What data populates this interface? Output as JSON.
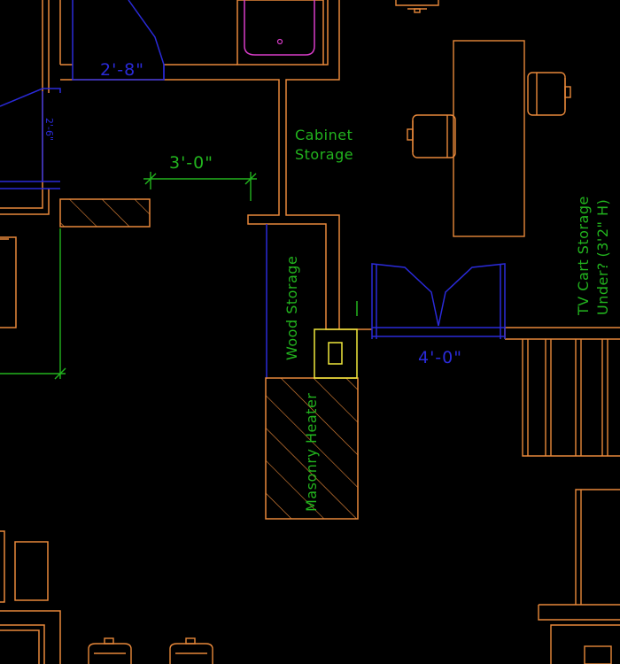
{
  "colors": {
    "background": "#000000",
    "walls": "#e8883a",
    "doors": "#2a2ad8",
    "annotations": "#22b41e",
    "heater": "#f0e83c",
    "fixture": "#d83cc8",
    "furniture": "#e8883a"
  },
  "labels": {
    "cabinet_storage_1": "Cabinet",
    "cabinet_storage_2": "Storage",
    "wood_storage": "Wood Storage",
    "masonry_heater": "Masonry Heater",
    "tv_cart_1": "TV Cart Storage",
    "tv_cart_2": "Under? (3'2\" H)"
  },
  "dimensions": {
    "door_top": "2'-8\"",
    "opening_3ft": "3'-0\"",
    "door_double": "4'-0\"",
    "side_small": "2'-6\""
  }
}
